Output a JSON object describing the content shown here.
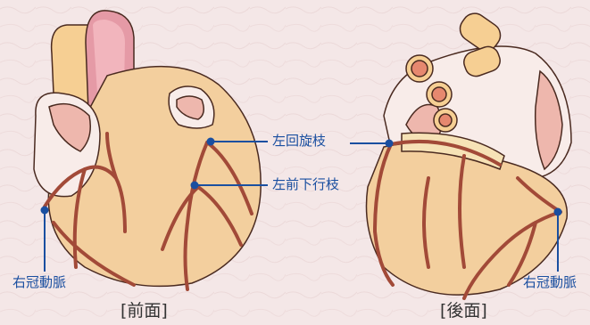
{
  "labels": {
    "left_circumflex": "左回旋枝",
    "left_anterior_descending": "左前下行枝",
    "right_coronary_front": "右冠動脈",
    "right_coronary_back": "右冠動脈"
  },
  "captions": {
    "front": "[前面]",
    "back": "[後面]"
  },
  "colors": {
    "background": "#f3e6e6",
    "label_blue": "#1a4fa0",
    "heart_fill": "#f3cf9e",
    "vessel": "#a24a38",
    "aorta_pink": "#e59aa6",
    "atrium": "#f2d6cf"
  }
}
